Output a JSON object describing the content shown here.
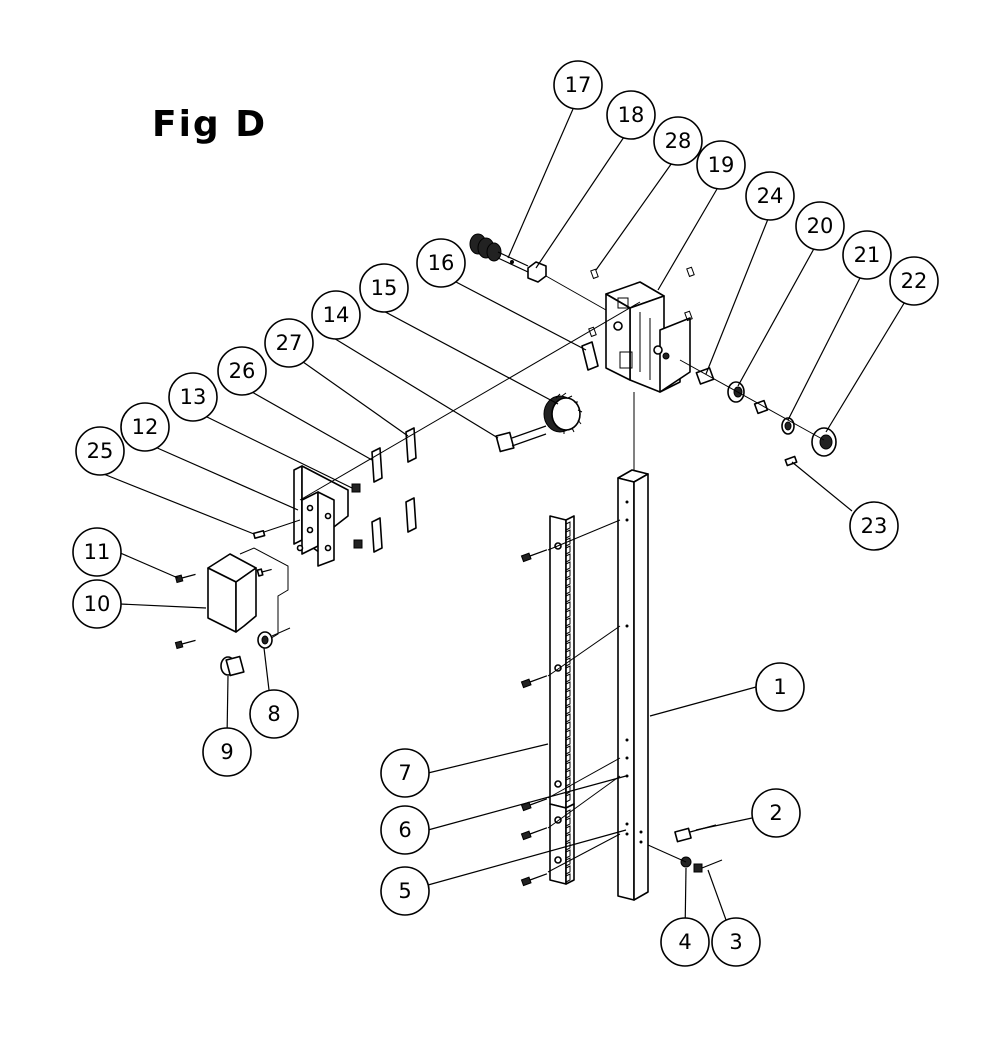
{
  "title": "Fig D",
  "callouts": [
    {
      "id": "1",
      "label": "1"
    },
    {
      "id": "2",
      "label": "2"
    },
    {
      "id": "3",
      "label": "3"
    },
    {
      "id": "4",
      "label": "4"
    },
    {
      "id": "5",
      "label": "5"
    },
    {
      "id": "6",
      "label": "6"
    },
    {
      "id": "7",
      "label": "7"
    },
    {
      "id": "8",
      "label": "8"
    },
    {
      "id": "9",
      "label": "9"
    },
    {
      "id": "10",
      "label": "10"
    },
    {
      "id": "11",
      "label": "11"
    },
    {
      "id": "12",
      "label": "12"
    },
    {
      "id": "13",
      "label": "13"
    },
    {
      "id": "14",
      "label": "14"
    },
    {
      "id": "15",
      "label": "15"
    },
    {
      "id": "16",
      "label": "16"
    },
    {
      "id": "17",
      "label": "17"
    },
    {
      "id": "18",
      "label": "18"
    },
    {
      "id": "19",
      "label": "19"
    },
    {
      "id": "20",
      "label": "20"
    },
    {
      "id": "21",
      "label": "21"
    },
    {
      "id": "22",
      "label": "22"
    },
    {
      "id": "23",
      "label": "23"
    },
    {
      "id": "24",
      "label": "24"
    },
    {
      "id": "25",
      "label": "25"
    },
    {
      "id": "26",
      "label": "26"
    },
    {
      "id": "27",
      "label": "27"
    },
    {
      "id": "28",
      "label": "28"
    }
  ]
}
